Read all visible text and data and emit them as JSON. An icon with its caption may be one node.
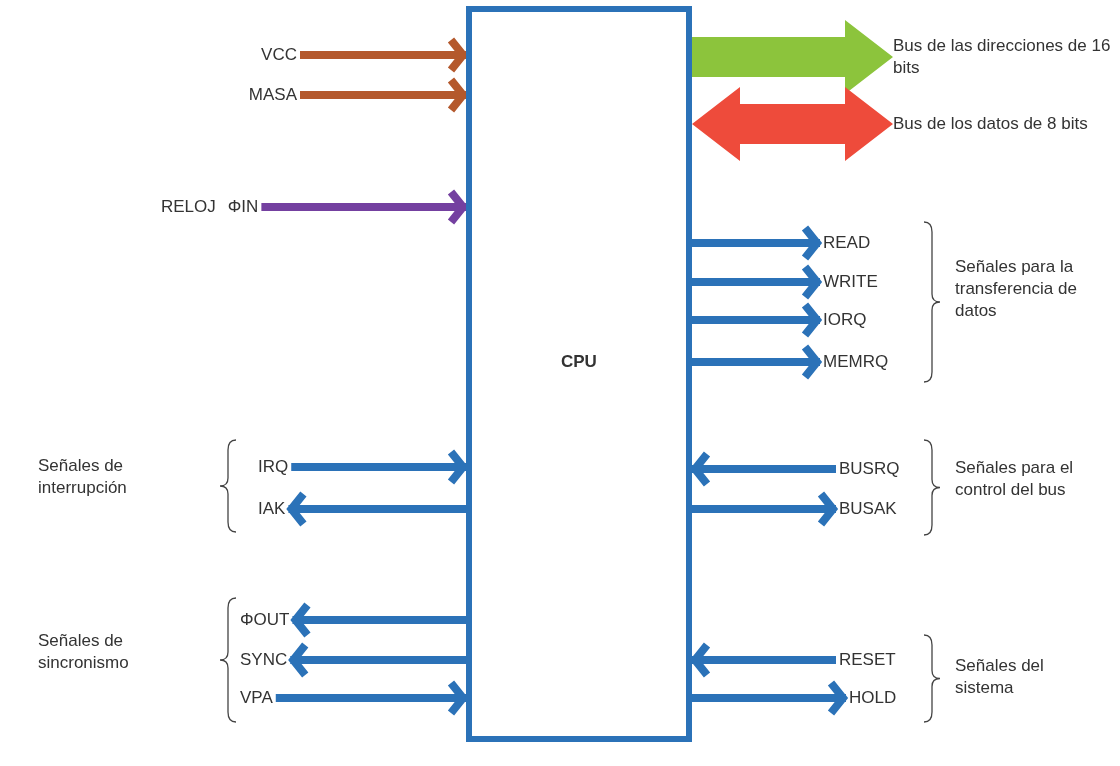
{
  "diagram": {
    "nodes": [
      {
        "text": [
          "CPU"
        ]
      },
      {
        "text": [
          "VCC"
        ]
      },
      {
        "text": [
          "MASA"
        ]
      },
      {
        "text": [
          "RELOJ",
          "ΦIN"
        ]
      },
      {
        "text": [
          "Bus de las direcciones de 16 bits"
        ]
      },
      {
        "text": [
          "Bus de los datos de 8 bits"
        ]
      },
      {
        "text": [
          "READ"
        ]
      },
      {
        "text": [
          "WRITE"
        ]
      },
      {
        "text": [
          "IORQ"
        ]
      },
      {
        "text": [
          "MEMRQ"
        ]
      },
      {
        "text": [
          "IRQ"
        ]
      },
      {
        "text": [
          "IAK"
        ]
      },
      {
        "text": [
          "BUSRQ"
        ]
      },
      {
        "text": [
          "BUSAK"
        ]
      },
      {
        "text": [
          "ΦOUT"
        ]
      },
      {
        "text": [
          "SYNC"
        ]
      },
      {
        "text": [
          "VPA"
        ]
      },
      {
        "text": [
          "RESET"
        ]
      },
      {
        "text": [
          "HOLD"
        ]
      }
    ],
    "edges": [
      {
        "from": 1,
        "to": 0,
        "arrow": "to",
        "color": "#b4582c"
      },
      {
        "from": 2,
        "to": 0,
        "arrow": "to",
        "color": "#b4582c"
      },
      {
        "from": 3,
        "to": 0,
        "arrow": "to",
        "color": "#7440a0"
      },
      {
        "from": 0,
        "to": 4,
        "arrow": "to",
        "style": "thick",
        "color": "#8cc43c"
      },
      {
        "from": 0,
        "to": 5,
        "arrow": "both",
        "style": "thick",
        "color": "#ee4b3b"
      },
      {
        "from": 0,
        "to": 6,
        "arrow": "to"
      },
      {
        "from": 0,
        "to": 7,
        "arrow": "to"
      },
      {
        "from": 0,
        "to": 8,
        "arrow": "to"
      },
      {
        "from": 0,
        "to": 9,
        "arrow": "to"
      },
      {
        "from": 10,
        "to": 0,
        "arrow": "to"
      },
      {
        "from": 0,
        "to": 11,
        "arrow": "to"
      },
      {
        "from": 12,
        "to": 0,
        "arrow": "to"
      },
      {
        "from": 0,
        "to": 13,
        "arrow": "to"
      },
      {
        "from": 0,
        "to": 14,
        "arrow": "to"
      },
      {
        "from": 0,
        "to": 15,
        "arrow": "to"
      },
      {
        "from": 16,
        "to": 0,
        "arrow": "to"
      },
      {
        "from": 17,
        "to": 0,
        "arrow": "to"
      },
      {
        "from": 0,
        "to": 18,
        "arrow": "to"
      }
    ],
    "labels": [
      "Señales para la transferencia de datos",
      "Señales de interrupción",
      "Señales para el control del bus",
      "Señales de sincronismo",
      "Señales del sistema"
    ]
  }
}
